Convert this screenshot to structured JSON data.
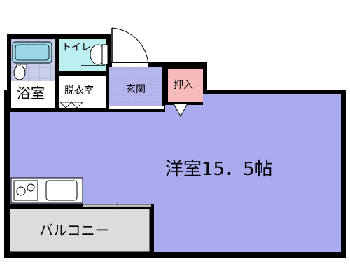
{
  "rooms": {
    "western_room": {
      "label": "洋室15．5帖",
      "color": "#aaaaee"
    },
    "bathroom": {
      "label": "浴室",
      "color": "#aaaaee"
    },
    "toilet": {
      "label": "トイレ",
      "color": "#bcefef"
    },
    "dressing_room": {
      "label": "脱衣室",
      "color": "#ffffff"
    },
    "entrance": {
      "label": "玄関",
      "color": "#aaaaee"
    },
    "closet": {
      "label": "押入",
      "color": "#f7bbbb"
    },
    "balcony": {
      "label": "バルコニー",
      "color": "#dcdcdc"
    }
  },
  "fixtures": {
    "bathtub_color": "#9ad6e6",
    "tile_color": "#c8cde8"
  }
}
